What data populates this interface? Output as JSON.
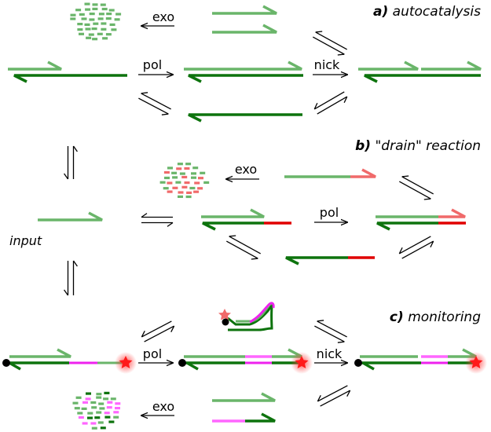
{
  "sections": {
    "a": {
      "letter": "a)",
      "title": "autocatalysis"
    },
    "b": {
      "letter": "b)",
      "title": "\"drain\" reaction"
    },
    "c": {
      "letter": "c)",
      "title": "monitoring"
    }
  },
  "labels": {
    "exo": "exo",
    "pol": "pol",
    "nick": "nick",
    "input": "input"
  },
  "colors": {
    "light_green": "#6ab56a",
    "dark_green": "#0d730d",
    "light_red": "#f06a6a",
    "red": "#e00000",
    "magenta": "#ee22ee",
    "pink": "#ff66ff",
    "star": "#ff1a1a",
    "node": "#000000"
  }
}
